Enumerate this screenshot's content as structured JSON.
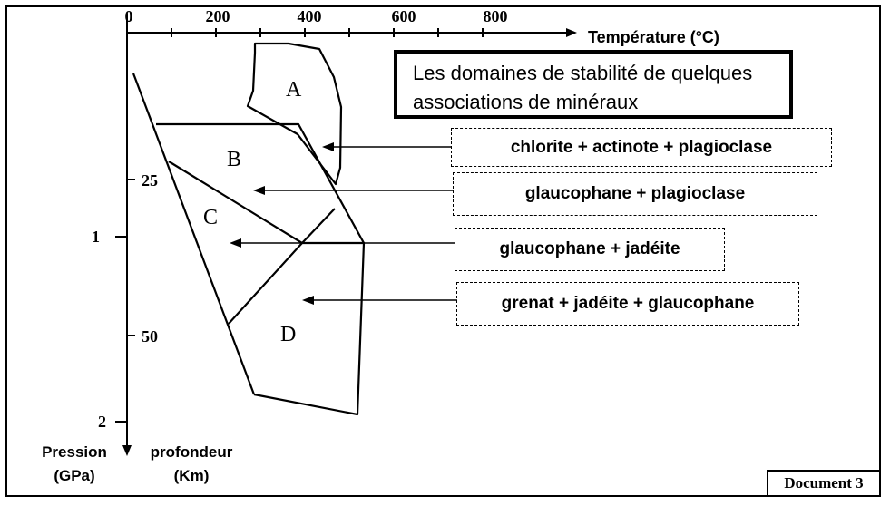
{
  "diagram": {
    "title": "Les domaines de stabilité de quelques associations de minéraux",
    "title_line1": "Les domaines de stabilité de quelques",
    "title_line2": "associations de minéraux",
    "x_axis_label": "Température (°C)",
    "x_ticks": [
      "0",
      "200",
      "400",
      "600",
      "800"
    ],
    "pressure_ticks": [
      "1",
      "2"
    ],
    "depth_ticks": [
      "25",
      "50"
    ],
    "pressure_label_line1": "Pression",
    "pressure_label_line2": "(GPa)",
    "depth_label_line1": "profondeur",
    "depth_label_line2": "(Km)",
    "domains": [
      "A",
      "B",
      "C",
      "D"
    ],
    "associations": [
      {
        "domain": "A",
        "label": "chlorite + actinote + plagioclase"
      },
      {
        "domain": "B",
        "label": "glaucophane + plagioclase"
      },
      {
        "domain": "C",
        "label": "glaucophane + jadéite"
      },
      {
        "domain": "D",
        "label": "grenat + jadéite + glaucophane"
      }
    ],
    "document_label": "Document 3"
  }
}
